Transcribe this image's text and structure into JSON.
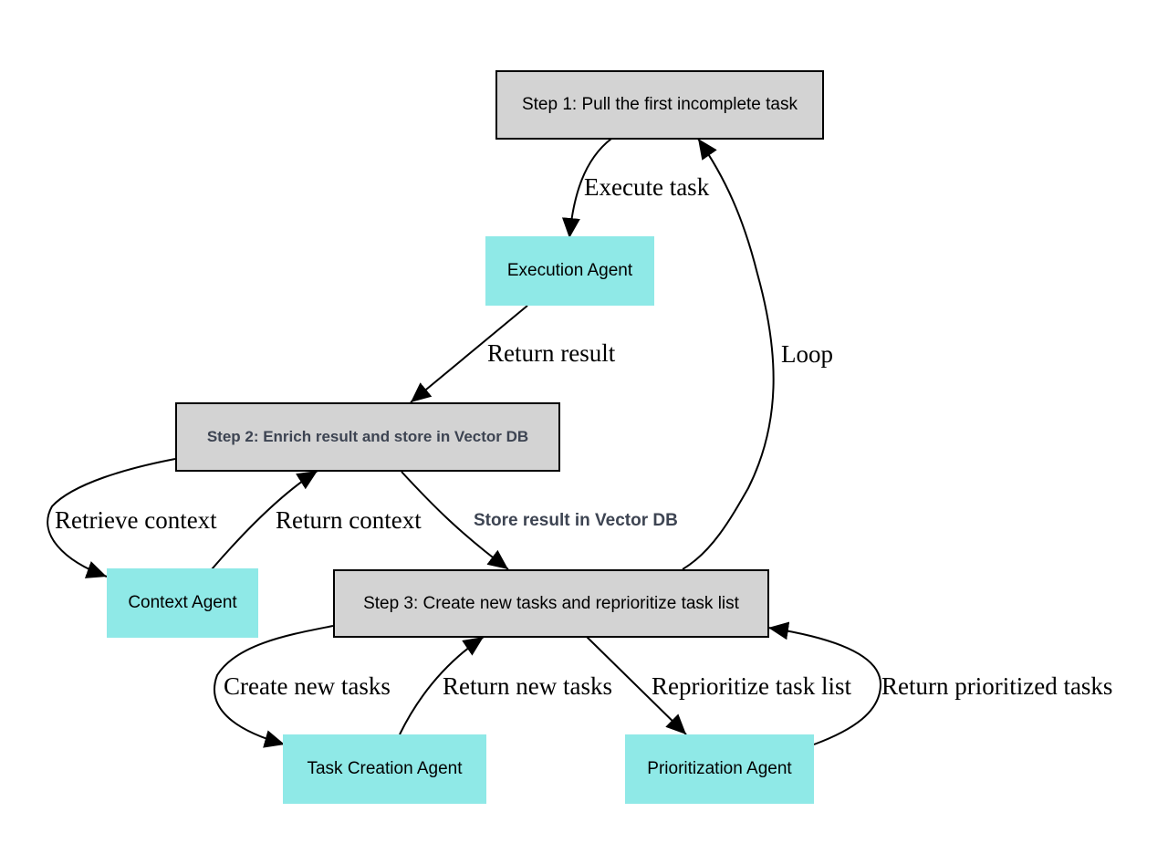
{
  "nodes": {
    "step1": "Step 1: Pull the first incomplete task",
    "execution_agent": "Execution Agent",
    "step2": "Step 2: Enrich result and store in Vector DB",
    "context_agent": "Context Agent",
    "step3": "Step 3: Create new tasks and reprioritize task list",
    "task_creation_agent": "Task Creation Agent",
    "prioritization_agent": "Prioritization Agent"
  },
  "edges": {
    "execute_task": "Execute task",
    "return_result": "Return result",
    "loop": "Loop",
    "retrieve_context": "Retrieve context",
    "return_context": "Return context",
    "store_result": "Store result in Vector DB",
    "create_new_tasks": "Create new tasks",
    "return_new_tasks": "Return new tasks",
    "reprioritize_task_list": "Reprioritize task list",
    "return_prioritized_tasks": "Return prioritized tasks"
  },
  "colors": {
    "step_fill": "#d3d3d3",
    "agent_fill": "#8fe9e7",
    "edge": "#000000"
  }
}
